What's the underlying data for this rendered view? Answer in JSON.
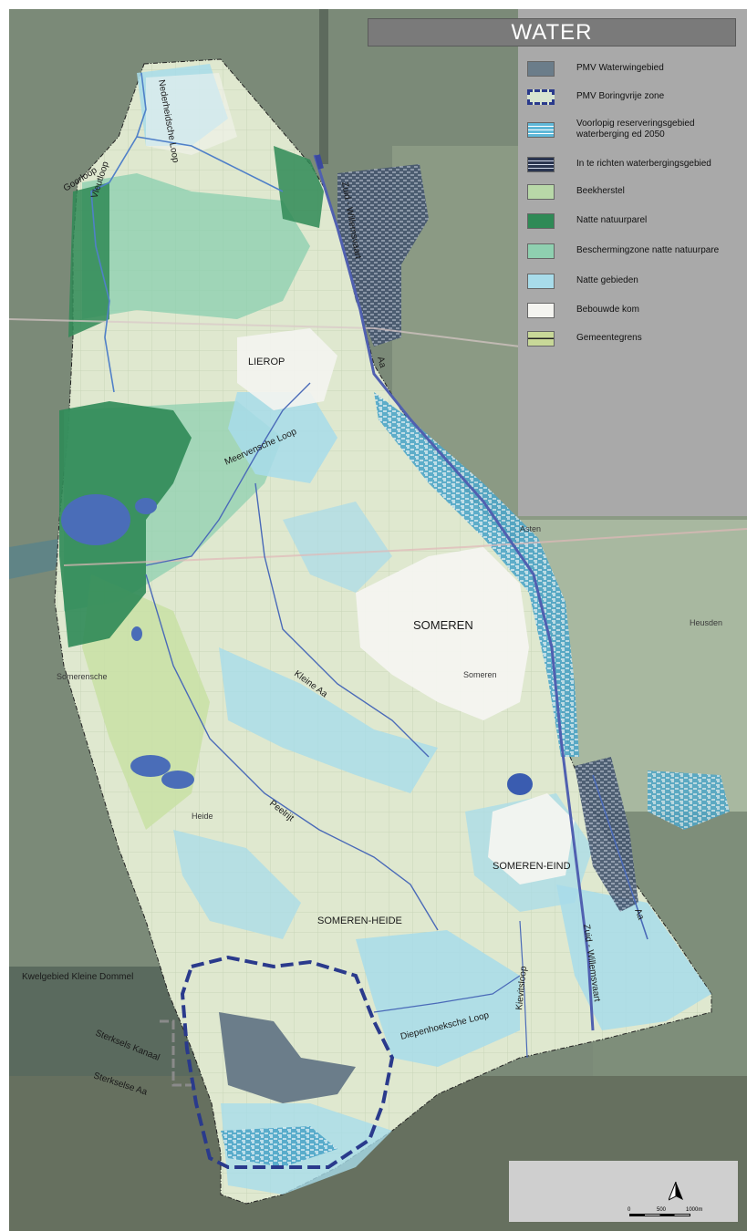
{
  "title": "WATER",
  "legend": [
    {
      "label": "PMV Waterwingebied",
      "swatch": "waterwingebied"
    },
    {
      "label": "PMV Boringvrije zone",
      "swatch": "boringvrij"
    },
    {
      "label": "Voorlopig reserveringsgebied",
      "label2": "waterberging ed 2050",
      "swatch": "reservering"
    },
    {
      "label": "In te richten waterbergingsgebied",
      "swatch": "inrichten"
    },
    {
      "label": "Beekherstel",
      "swatch": "beekherstel"
    },
    {
      "label": "Natte natuurparel",
      "swatch": "natuurparel"
    },
    {
      "label": "Beschermingzone natte natuurpare",
      "swatch": "bescherming"
    },
    {
      "label": "Natte gebieden",
      "swatch": "natte"
    },
    {
      "label": "Bebouwde kom",
      "swatch": "bebouwd"
    },
    {
      "label": "Gemeentegrens",
      "swatch": "grens"
    }
  ],
  "places": {
    "lierop": "LIEROP",
    "someren": "SOMEREN",
    "someren_eind": "SOMEREN-EIND",
    "someren_heide": "SOMEREN-HEIDE",
    "asten": "Asten",
    "heusden": "Heusden",
    "someren_small": "Someren",
    "somerensche": "Somerensche",
    "heide": "Heide"
  },
  "waterways": {
    "nederheidsche_loop": "Nederheidsche Loop",
    "vleutloop": "Vleutloop",
    "goorloop": "Goorloop",
    "zuid_willemsvaart_1": "Zuid - Willemsvaart",
    "aa_1": "Aa",
    "meervensche_loop": "Meervensche Loop",
    "kleine_aa": "Kleine Aa",
    "peelrijt": "Peelrijt",
    "zuid_willemsvaart_2": "Zuid - Willemsvaart",
    "aa_2": "Aa",
    "kwelgebied": "Kwelgebied Kleine Dommel",
    "sterksels_kanaal": "Sterksels Kanaal",
    "sterkselse_aa": "Sterkselse Aa",
    "diepenhoeksche_loop": "Diepenhoeksche Loop",
    "kievitsloop": "Kievitsloop"
  },
  "scale": {
    "zero": "0",
    "mid": "500",
    "end": "1000m"
  },
  "colors": {
    "waterwingebied": "#6b7d8a",
    "boringvrij": "#2a3a8c",
    "reservering": "#5fb8d8",
    "inrichten": "#2a3550",
    "beekherstel": "#9fc0c8",
    "natuurparel": "#2f8a56",
    "bescherming": "#8fd0b0",
    "natte": "#a8dcea",
    "bebouwd": "#f4f4f0",
    "grens": "#c8d898"
  }
}
